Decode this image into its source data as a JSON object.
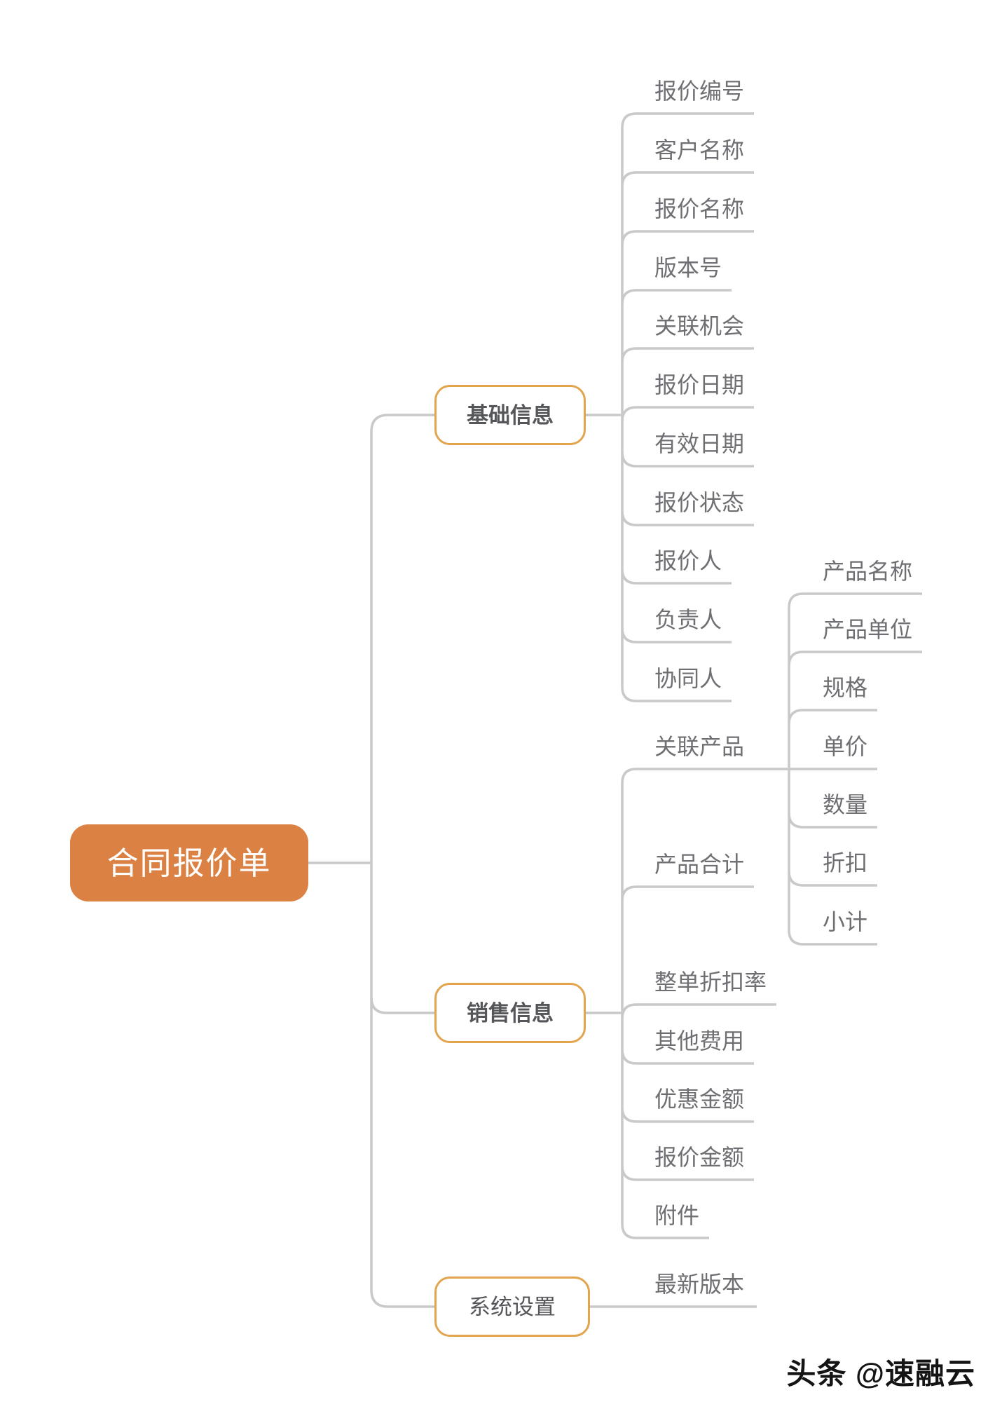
{
  "root": {
    "label": "合同报价单"
  },
  "branches": [
    {
      "id": "basic-info",
      "label": "基础信息",
      "children": [
        {
          "label": "报价编号"
        },
        {
          "label": "客户名称"
        },
        {
          "label": "报价名称"
        },
        {
          "label": "版本号"
        },
        {
          "label": "关联机会"
        },
        {
          "label": "报价日期"
        },
        {
          "label": "有效日期"
        },
        {
          "label": "报价状态"
        },
        {
          "label": "报价人"
        },
        {
          "label": "负责人"
        },
        {
          "label": "协同人"
        }
      ]
    },
    {
      "id": "sales-info",
      "label": "销售信息",
      "children": [
        {
          "label": "关联产品",
          "children": [
            {
              "label": "产品名称"
            },
            {
              "label": "产品单位"
            },
            {
              "label": "规格"
            },
            {
              "label": "单价"
            },
            {
              "label": "数量"
            },
            {
              "label": "折扣"
            },
            {
              "label": "小计"
            }
          ]
        },
        {
          "label": "产品合计"
        },
        {
          "label": "整单折扣率"
        },
        {
          "label": "其他费用"
        },
        {
          "label": "优惠金额"
        },
        {
          "label": "报价金额"
        },
        {
          "label": "附件"
        }
      ]
    },
    {
      "id": "system-settings",
      "label": "系统设置",
      "children": [
        {
          "label": "最新版本"
        }
      ]
    }
  ],
  "watermark": "头条 @速融云",
  "colors": {
    "root_fill": "#db8144",
    "branch_border": "#e2a44d",
    "connector_line": "#c9c9cb",
    "branch_text": "#55565a",
    "leaf_text": "#6f6f73"
  }
}
